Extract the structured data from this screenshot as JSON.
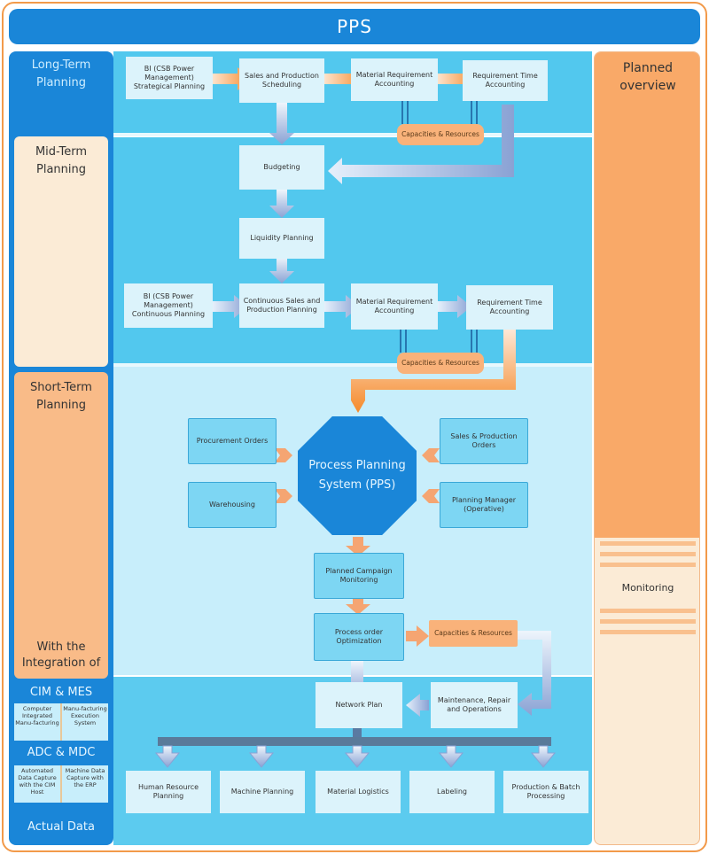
{
  "title": "PPS",
  "left_column": {
    "long_term": "Long-Term Planning",
    "mid_term": "Mid-Term Planning",
    "short_term": "Short-Term Planning",
    "integration": "With the Integration of",
    "cim_mes": {
      "header": "CIM & MES",
      "left": "Computer Integrated Manu-facturing",
      "right": "Manu-facturing Execution System"
    },
    "adc_mdc": {
      "header": "ADC & MDC",
      "left": "Automated Data Capture with the CIM Host",
      "right": "Machine Data Capture with the ERP"
    },
    "actual_data": "Actual Data"
  },
  "right_column": {
    "planned_overview": "Planned overview",
    "monitoring": "Monitoring"
  },
  "long_term": {
    "strategic": "BI (CSB Power Management) Strategical Planning",
    "sales_schedule": "Sales and Production Scheduling",
    "material_req": "Material Requirement Accounting",
    "req_time": "Requirement Time Accounting",
    "capacities": "Capacities & Resources"
  },
  "mid_term": {
    "budgeting": "Budgeting",
    "liquidity": "Liquidity Planning",
    "continuous_bi": "BI (CSB Power Management) Continuous Planning",
    "continuous_sales": "Continuous Sales and Production Planning",
    "material_req": "Material Requirement Accounting",
    "req_time": "Requirement Time Accounting",
    "capacities": "Capacities & Resources"
  },
  "short_term": {
    "pps": "Process Planning System (PPS)",
    "procurement": "Procurement Orders",
    "warehousing": "Warehousing",
    "sales_orders": "Sales & Production Orders",
    "planning_manager": "Planning Manager (Operative)",
    "campaign": "Planned Campaign Monitoring",
    "process_order": "Process order Optimization",
    "capacities": "Capacities & Resources"
  },
  "bottom": {
    "network_plan": "Network Plan",
    "maintenance": "Maintenance, Repair and Operations",
    "outputs": [
      "Human Resource Planning",
      "Machine Planning",
      "Material Logistics",
      "Labeling",
      "Production & Batch Processing"
    ]
  },
  "colors": {
    "primary_blue": "#1a86d8",
    "band_blue": "#52c8ee",
    "light_blue": "#c8eefb",
    "orange": "#f9a968",
    "cream": "#fbebd6"
  }
}
